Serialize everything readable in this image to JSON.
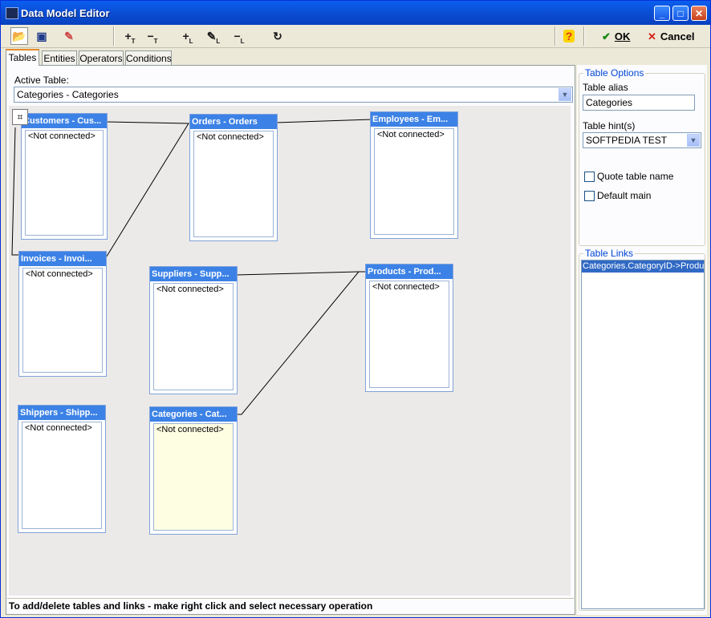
{
  "window": {
    "title": "Data Model Editor"
  },
  "toolbar": {
    "ok_label": "OK",
    "cancel_label": "Cancel"
  },
  "tabs": [
    {
      "label": "Tables",
      "active": true
    },
    {
      "label": "Entities",
      "active": false
    },
    {
      "label": "Operators",
      "active": false
    },
    {
      "label": "Conditions",
      "active": false
    }
  ],
  "active_table": {
    "label": "Active Table:",
    "value": "Categories - Categories"
  },
  "canvas": {
    "tables": [
      {
        "title": "Customers - Cus...",
        "content": "<Not connected>"
      },
      {
        "title": "Orders - Orders",
        "content": "<Not connected>"
      },
      {
        "title": "Employees - Em...",
        "content": "<Not connected>"
      },
      {
        "title": "Invoices - Invoi...",
        "content": "<Not connected>"
      },
      {
        "title": "Suppliers - Supp...",
        "content": "<Not connected>"
      },
      {
        "title": "Products - Prod...",
        "content": "<Not connected>"
      },
      {
        "title": "Shippers - Shipp...",
        "content": "<Not connected>"
      },
      {
        "title": "Categories - Cat...",
        "content": "<Not connected>",
        "selected": true
      }
    ]
  },
  "status_bar": {
    "text": "To add/delete tables and links - make right click and select necessary operation"
  },
  "table_options": {
    "group_title": "Table Options",
    "alias_label": "Table alias",
    "alias_value": "Categories",
    "hint_label": "Table hint(s)",
    "hint_value": "SOFTPEDIA TEST",
    "quote_label": "Quote table name",
    "quote_checked": false,
    "default_main_label": "Default main",
    "default_main_checked": false
  },
  "table_links": {
    "group_title": "Table Links",
    "items": [
      "Categories.CategoryID->Products.CategoryID"
    ]
  }
}
